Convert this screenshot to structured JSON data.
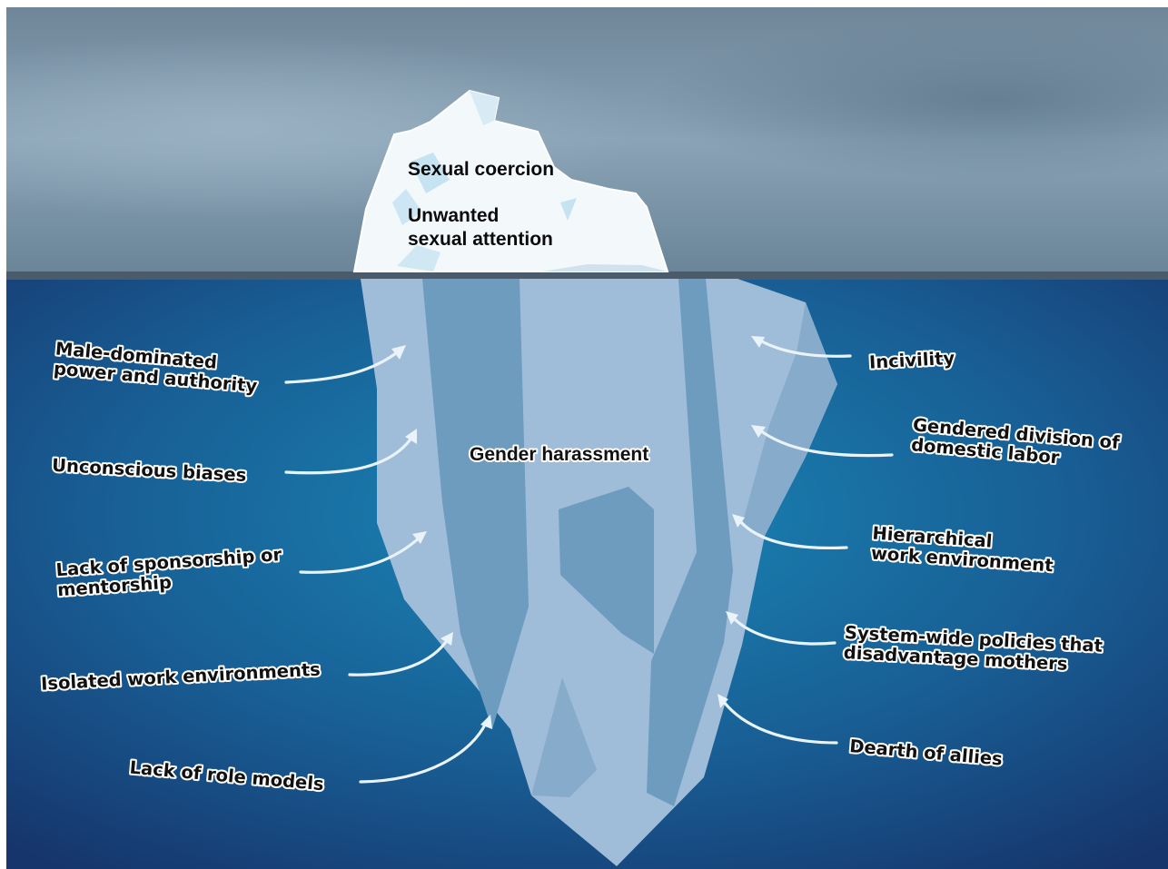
{
  "tip": {
    "line1": "Sexual coercion",
    "line2a": "Unwanted",
    "line2b": "sexual attention"
  },
  "center": {
    "label": "Gender harassment"
  },
  "left_causes": [
    {
      "lines": [
        "Male-dominated",
        "power and authority"
      ]
    },
    {
      "lines": [
        "Unconscious biases"
      ]
    },
    {
      "lines": [
        "Lack of sponsorship or",
        "mentorship"
      ]
    },
    {
      "lines": [
        "Isolated work environments"
      ]
    },
    {
      "lines": [
        "Lack of role models"
      ]
    }
  ],
  "right_causes": [
    {
      "lines": [
        "Incivility"
      ]
    },
    {
      "lines": [
        "Gendered division of",
        "domestic labor"
      ]
    },
    {
      "lines": [
        "Hierarchical",
        "work environment"
      ]
    },
    {
      "lines": [
        "System-wide policies that",
        "disadvantage mothers"
      ]
    },
    {
      "lines": [
        "Dearth of allies"
      ]
    }
  ],
  "colors": {
    "sky": "#7f9aae",
    "water_top": "#1a84b2",
    "water_bottom": "#163a73",
    "ice_above": "#f2f8fb",
    "ice_below_light": "#9fbcd8",
    "ice_below_dark": "#6d9cbe",
    "arrow": "#e9f3f9"
  },
  "icons": {
    "arrow": "curved-arrow-icon",
    "iceberg": "iceberg-icon"
  }
}
